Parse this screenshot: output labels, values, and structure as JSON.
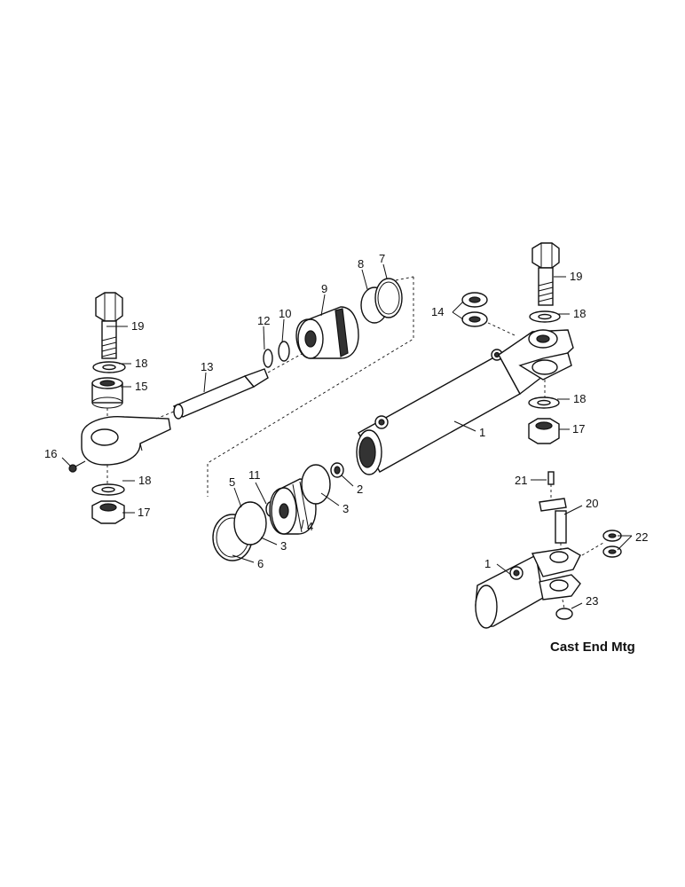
{
  "caption": "Cast End Mtg",
  "callouts": [
    "1",
    "2",
    "3",
    "3",
    "4",
    "5",
    "6",
    "7",
    "8",
    "9",
    "10",
    "11",
    "12",
    "13",
    "14",
    "15",
    "16",
    "17",
    "17",
    "18",
    "18",
    "18",
    "18",
    "19",
    "19",
    "20",
    "21",
    "22",
    "23",
    "1"
  ]
}
